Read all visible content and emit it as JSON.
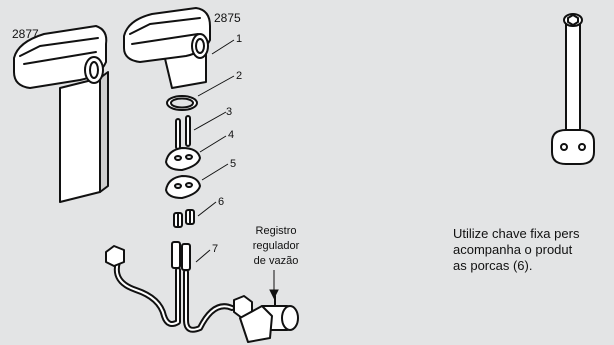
{
  "models": {
    "left": "2877",
    "right": "2875"
  },
  "callouts": [
    "1",
    "2",
    "3",
    "4",
    "5",
    "6",
    "7"
  ],
  "flow_regulator_label": [
    "Registro",
    "regulador",
    "de vazão"
  ],
  "instruction_lines": [
    "Utilize chave fixa pers",
    "acompanha o produt",
    "as porcas (6)."
  ]
}
